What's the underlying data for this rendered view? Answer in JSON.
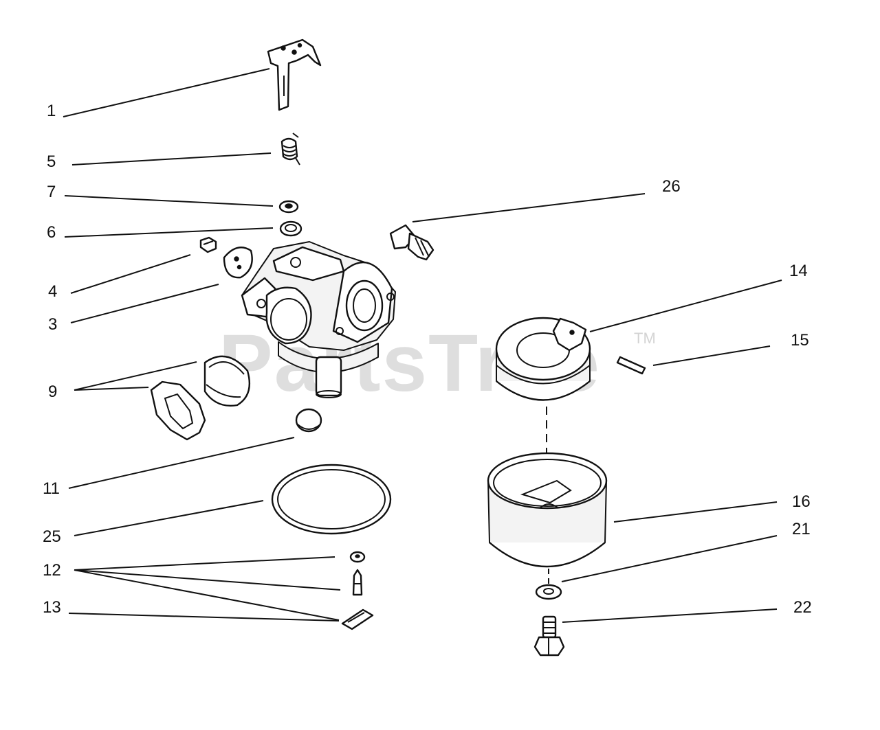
{
  "watermark": {
    "text": "PartsTree",
    "tm": "TM"
  },
  "callouts": [
    {
      "id": "1",
      "label": "1"
    },
    {
      "id": "5",
      "label": "5"
    },
    {
      "id": "7",
      "label": "7"
    },
    {
      "id": "6",
      "label": "6"
    },
    {
      "id": "4",
      "label": "4"
    },
    {
      "id": "3",
      "label": "3"
    },
    {
      "id": "9",
      "label": "9"
    },
    {
      "id": "11",
      "label": "11"
    },
    {
      "id": "25",
      "label": "25"
    },
    {
      "id": "12",
      "label": "12"
    },
    {
      "id": "13",
      "label": "13"
    },
    {
      "id": "26",
      "label": "26"
    },
    {
      "id": "14",
      "label": "14"
    },
    {
      "id": "15",
      "label": "15"
    },
    {
      "id": "16",
      "label": "16"
    },
    {
      "id": "21",
      "label": "21"
    },
    {
      "id": "22",
      "label": "22"
    }
  ]
}
